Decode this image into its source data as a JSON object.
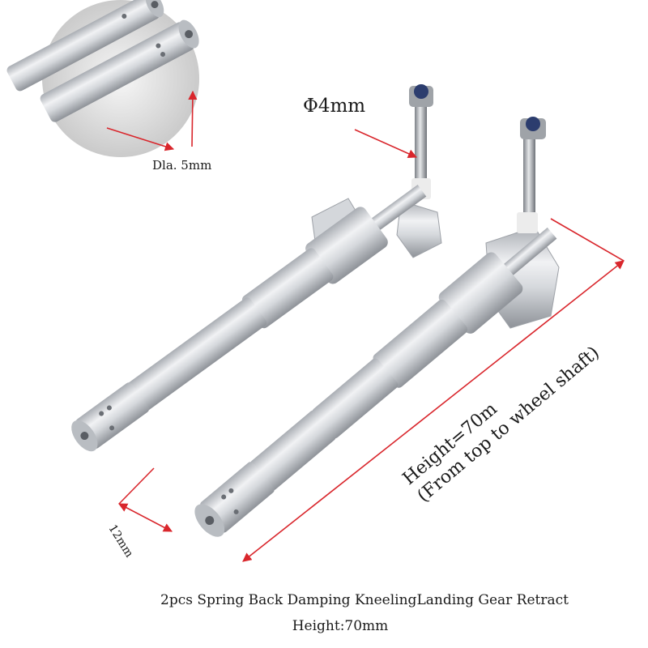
{
  "product": {
    "title": "2pcs Spring Back Damping KneelingLanding Gear Retract",
    "subtitle": "Height:70mm"
  },
  "annotations": {
    "bolt_diameter": "Φ4mm",
    "hole_diameter": "Dla. 5mm",
    "tube_diameter": "12mm",
    "height_line1": "Height=70m",
    "height_line2": "(From top to wheel shaft)"
  },
  "colors": {
    "arrow": "#d9262c",
    "metal": "#c8ccd1",
    "background": "#ffffff"
  }
}
